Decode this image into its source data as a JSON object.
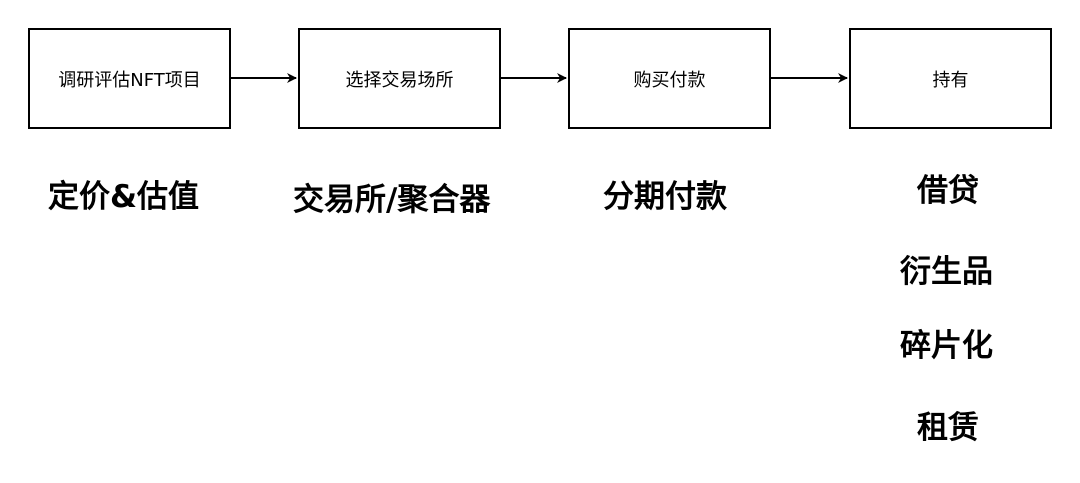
{
  "steps": [
    {
      "label": "调研评估NFT项目"
    },
    {
      "label": "选择交易场所"
    },
    {
      "label": "购买付款"
    },
    {
      "label": "持有"
    }
  ],
  "categories": [
    {
      "label": "定价&估值"
    },
    {
      "label": "交易所/聚合器"
    },
    {
      "label": "分期付款"
    }
  ],
  "holding_items": [
    {
      "label": "借贷"
    },
    {
      "label": "衍生品"
    },
    {
      "label": "碎片化"
    },
    {
      "label": "租赁"
    }
  ],
  "colors": {
    "stroke": "#000000",
    "background": "#ffffff",
    "text": "#000000"
  }
}
